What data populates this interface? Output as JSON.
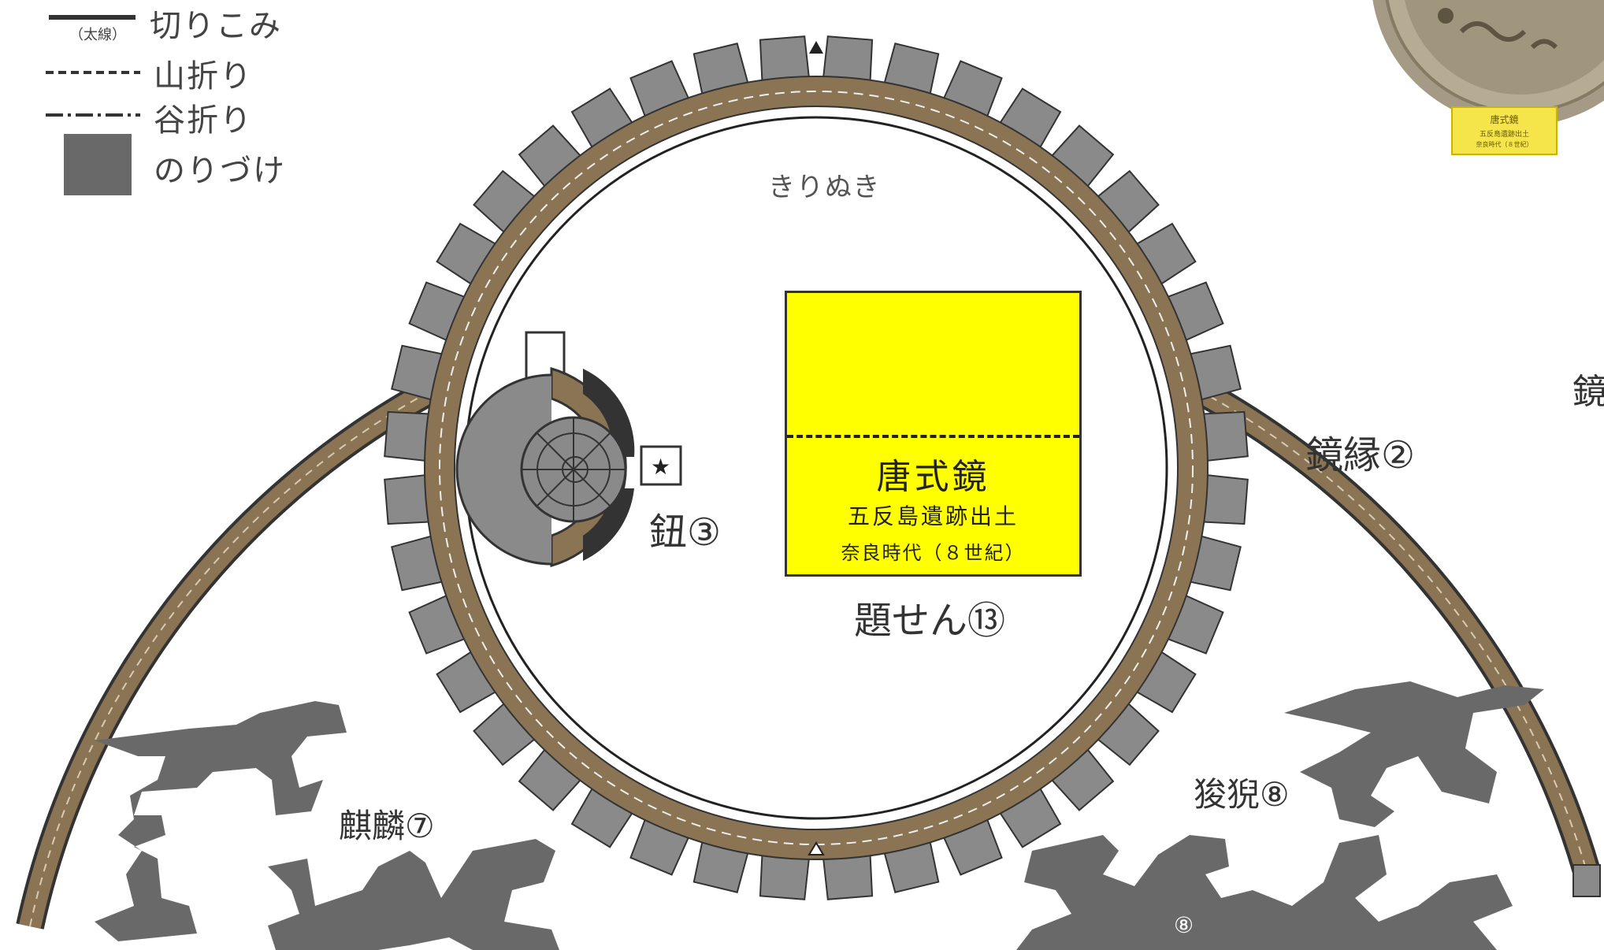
{
  "legend": [
    {
      "text": "切りこみ",
      "note": "（太線）",
      "kind": "solid"
    },
    {
      "text": "山折り",
      "kind": "dashed"
    },
    {
      "text": "谷折り",
      "kind": "dashdot"
    },
    {
      "text": "のりづけ",
      "kind": "glue"
    }
  ],
  "labels": {
    "kirinuki": "きりぬき",
    "mirror_rim": "鏡縁②",
    "knob": "鈕③",
    "plate": "題せん⑬",
    "kirin": "麒麟⑦",
    "shishi": "狻猊⑧",
    "kirin_mark": "⑦",
    "shishi_mark": "⑧",
    "star": "★",
    "edge_char": "鏡"
  },
  "plate": {
    "title": "唐式鏡",
    "line1": "五反島遺跡出土",
    "line2": "奈良時代（８世紀）"
  },
  "photo_tag": {
    "title": "唐式鏡",
    "line1": "五反島遺跡出土",
    "line2": "奈良時代（８世紀）"
  },
  "colors": {
    "brown": "#8b7454",
    "gray_tab": "#8a8a8a",
    "glue": "#696969",
    "plate_yellow": "#ffff00",
    "outline": "#333333"
  }
}
